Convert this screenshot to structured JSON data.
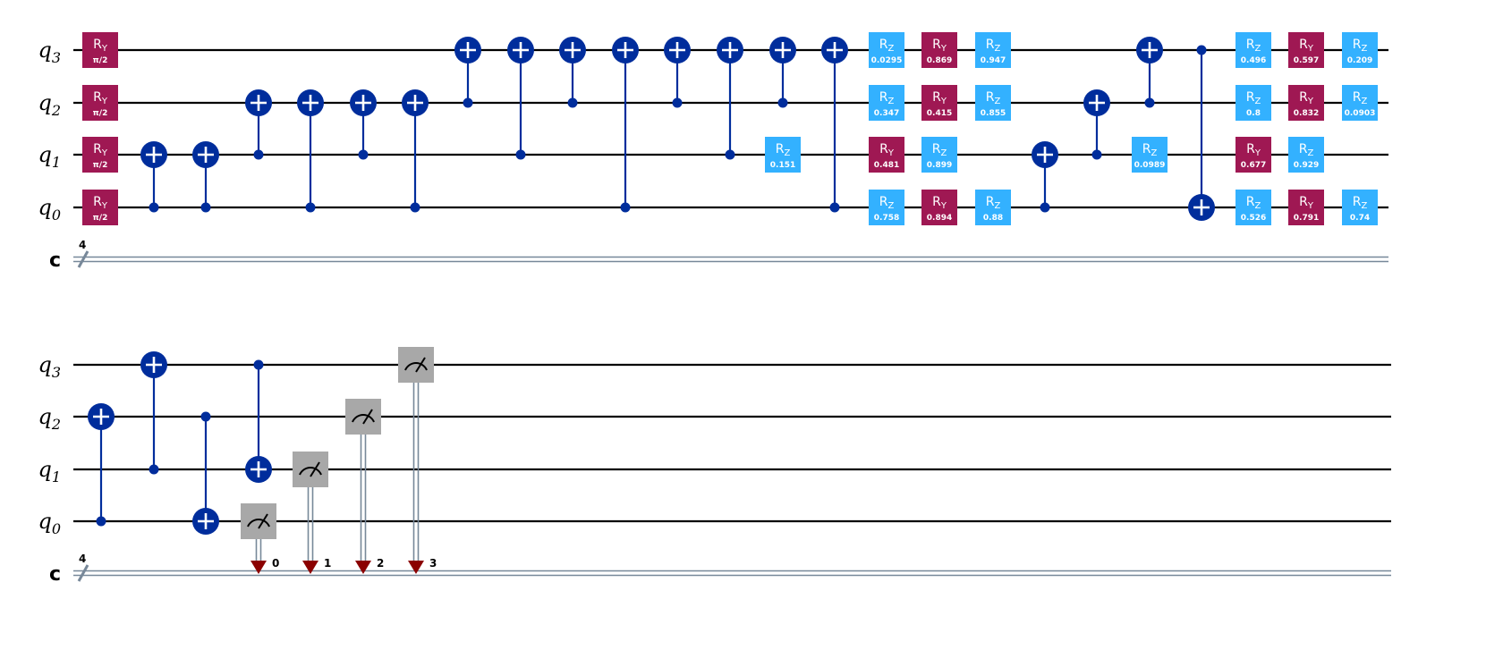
{
  "colors": {
    "ry": "#9F1853",
    "rz": "#33B1FF",
    "cx": "#002D9C",
    "measure": "#A8A8A8",
    "measure_arrow": "#8B0000",
    "classical": "#778899"
  },
  "qubit_labels": {
    "q3": "q3",
    "q2": "q2",
    "q1": "q1",
    "q0": "q0"
  },
  "classical_label": "c",
  "classical_size": "4",
  "rows": [
    {
      "gates": [
        {
          "type": "ry",
          "q": "q3",
          "param": "π/2"
        },
        {
          "type": "ry",
          "q": "q2",
          "param": "π/2"
        },
        {
          "type": "ry",
          "q": "q1",
          "param": "π/2"
        },
        {
          "type": "ry",
          "q": "q0",
          "param": "π/2"
        },
        {
          "type": "cx",
          "c": "q0",
          "t": "q1"
        },
        {
          "type": "cx",
          "c": "q0",
          "t": "q1"
        },
        {
          "type": "cx",
          "c": "q1",
          "t": "q2"
        },
        {
          "type": "cx",
          "c": "q0",
          "t": "q2"
        },
        {
          "type": "cx",
          "c": "q1",
          "t": "q2"
        },
        {
          "type": "cx",
          "c": "q0",
          "t": "q2"
        },
        {
          "type": "cx",
          "c": "q2",
          "t": "q3"
        },
        {
          "type": "cx",
          "c": "q1",
          "t": "q3"
        },
        {
          "type": "cx",
          "c": "q2",
          "t": "q3"
        },
        {
          "type": "cx",
          "c": "q0",
          "t": "q3"
        },
        {
          "type": "cx",
          "c": "q2",
          "t": "q3"
        },
        {
          "type": "cx",
          "c": "q1",
          "t": "q3"
        },
        {
          "type": "cx",
          "c": "q2",
          "t": "q3"
        },
        {
          "type": "rz",
          "q": "q1",
          "param": "0.151"
        },
        {
          "type": "cx",
          "c": "q0",
          "t": "q3"
        },
        {
          "type": "rz",
          "q": "q3",
          "param": "0.0295"
        },
        {
          "type": "rz",
          "q": "q2",
          "param": "0.347"
        },
        {
          "type": "ry",
          "q": "q1",
          "param": "0.481"
        },
        {
          "type": "rz",
          "q": "q0",
          "param": "0.758"
        },
        {
          "type": "ry",
          "q": "q3",
          "param": "0.869"
        },
        {
          "type": "ry",
          "q": "q2",
          "param": "0.415"
        },
        {
          "type": "rz",
          "q": "q1",
          "param": "0.899"
        },
        {
          "type": "ry",
          "q": "q0",
          "param": "0.894"
        },
        {
          "type": "rz",
          "q": "q3",
          "param": "0.947"
        },
        {
          "type": "rz",
          "q": "q2",
          "param": "0.855"
        },
        {
          "type": "rz",
          "q": "q0",
          "param": "0.88"
        },
        {
          "type": "cx",
          "c": "q0",
          "t": "q1"
        },
        {
          "type": "cx",
          "c": "q1",
          "t": "q2"
        },
        {
          "type": "cx",
          "c": "q2",
          "t": "q3"
        },
        {
          "type": "rz",
          "q": "q1",
          "param": "0.0989"
        },
        {
          "type": "cx",
          "c": "q3",
          "t": "q0"
        },
        {
          "type": "rz",
          "q": "q3",
          "param": "0.496"
        },
        {
          "type": "rz",
          "q": "q2",
          "param": "0.8"
        },
        {
          "type": "ry",
          "q": "q1",
          "param": "0.677"
        },
        {
          "type": "rz",
          "q": "q0",
          "param": "0.526"
        },
        {
          "type": "ry",
          "q": "q3",
          "param": "0.597"
        },
        {
          "type": "ry",
          "q": "q2",
          "param": "0.832"
        },
        {
          "type": "rz",
          "q": "q1",
          "param": "0.929"
        },
        {
          "type": "ry",
          "q": "q0",
          "param": "0.791"
        },
        {
          "type": "rz",
          "q": "q3",
          "param": "0.209"
        },
        {
          "type": "rz",
          "q": "q2",
          "param": "0.0903"
        },
        {
          "type": "rz",
          "q": "q0",
          "param": "0.74"
        }
      ]
    },
    {
      "gates": [
        {
          "type": "cx",
          "c": "q0",
          "t": "q2"
        },
        {
          "type": "cx",
          "c": "q1",
          "t": "q3"
        },
        {
          "type": "cx",
          "c": "q2",
          "t": "q0"
        },
        {
          "type": "cx",
          "c": "q3",
          "t": "q1"
        },
        {
          "type": "measure",
          "q": "q0",
          "bit": "0"
        },
        {
          "type": "measure",
          "q": "q1",
          "bit": "1"
        },
        {
          "type": "measure",
          "q": "q2",
          "bit": "2"
        },
        {
          "type": "measure",
          "q": "q3",
          "bit": "3"
        }
      ]
    }
  ]
}
